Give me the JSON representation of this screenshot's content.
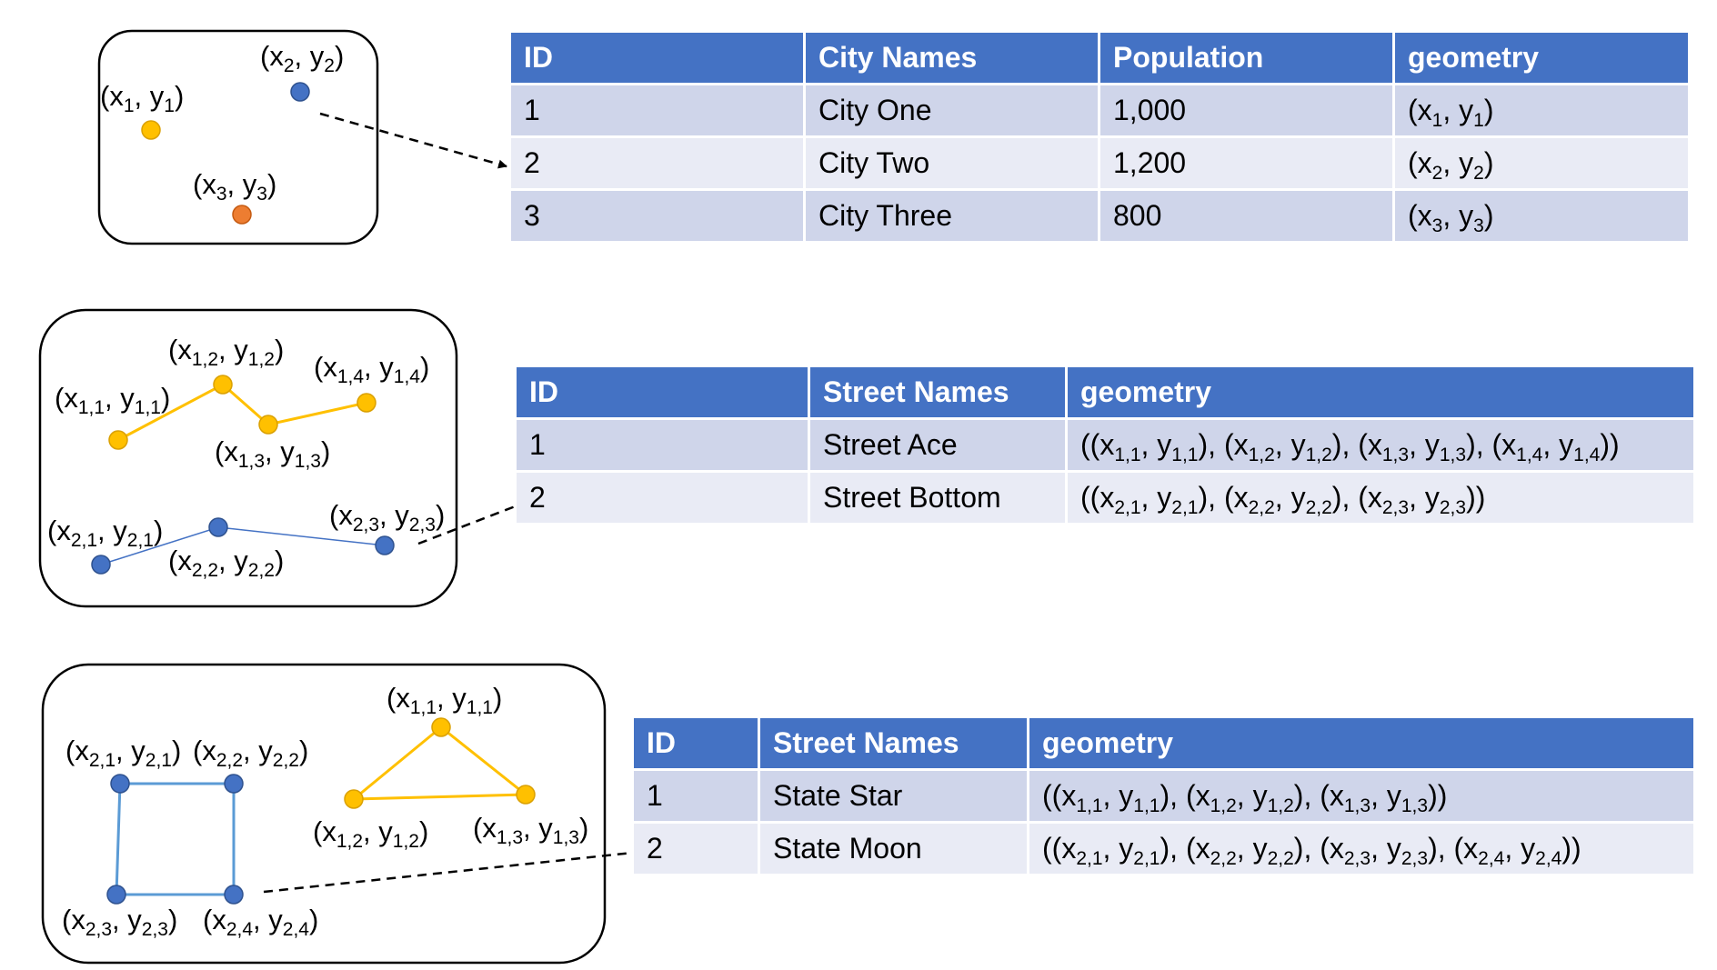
{
  "colors": {
    "header": "#4472C4",
    "row_odd": "#CFD5EA",
    "row_even": "#E9EBF5",
    "point_yellow": "#FFC000",
    "point_blue": "#4472C4",
    "point_orange": "#ED7D31",
    "line_yellow": "#FFC000",
    "line_blue": "#4472C4"
  },
  "points_panel": {
    "labels": [
      {
        "base": "x",
        "sub": "1"
      },
      {
        "base": "x",
        "sub": "2"
      },
      {
        "base": "x",
        "sub": "3"
      }
    ]
  },
  "lines_panel": {
    "labels": [
      {
        "sub": "1,1"
      },
      {
        "sub": "1,2"
      },
      {
        "sub": "1,3"
      },
      {
        "sub": "1,4"
      },
      {
        "sub": "2,1"
      },
      {
        "sub": "2,2"
      },
      {
        "sub": "2,3"
      }
    ]
  },
  "polygons_panel": {
    "labels": [
      {
        "sub": "1,1"
      },
      {
        "sub": "1,2"
      },
      {
        "sub": "1,3"
      },
      {
        "sub": "2,1"
      },
      {
        "sub": "2,2"
      },
      {
        "sub": "2,3"
      },
      {
        "sub": "2,4"
      }
    ]
  },
  "table_points": {
    "headers": [
      "ID",
      "City Names",
      "Population",
      "geometry"
    ],
    "rows": [
      {
        "id": "1",
        "name": "City One",
        "population": "1,000",
        "geometry": [
          [
            "1"
          ]
        ]
      },
      {
        "id": "2",
        "name": "City Two",
        "population": "1,200",
        "geometry": [
          [
            "2"
          ]
        ]
      },
      {
        "id": "3",
        "name": "City Three",
        "population": "800",
        "geometry": [
          [
            "3"
          ]
        ]
      }
    ]
  },
  "table_lines": {
    "headers": [
      "ID",
      "Street Names",
      "geometry"
    ],
    "rows": [
      {
        "id": "1",
        "name": "Street Ace",
        "geometry": [
          [
            "1,1"
          ],
          [
            "1,2"
          ],
          [
            "1,3"
          ],
          [
            "1,4"
          ]
        ]
      },
      {
        "id": "2",
        "name": "Street Bottom",
        "geometry": [
          [
            "2,1"
          ],
          [
            "2,2"
          ],
          [
            "2,3"
          ]
        ]
      }
    ]
  },
  "table_polygons": {
    "headers": [
      "ID",
      "Street Names",
      "geometry"
    ],
    "rows": [
      {
        "id": "1",
        "name": "State Star",
        "geometry": [
          [
            "1,1"
          ],
          [
            "1,2"
          ],
          [
            "1,3"
          ]
        ]
      },
      {
        "id": "2",
        "name": "State Moon",
        "geometry": [
          [
            "2,1"
          ],
          [
            "2,2"
          ],
          [
            "2,3"
          ],
          [
            "2,4"
          ]
        ]
      }
    ]
  }
}
